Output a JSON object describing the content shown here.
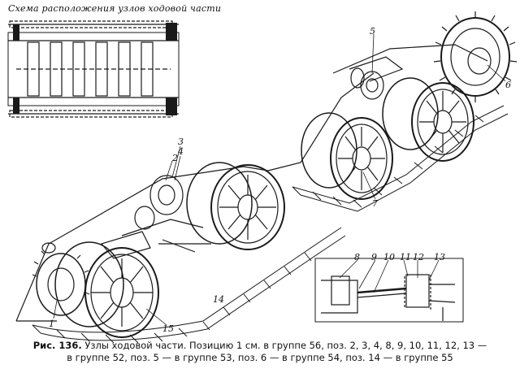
{
  "inset": {
    "title": "Схема расположения узлов ходовой части"
  },
  "callouts": {
    "c1": "1",
    "c2": "2",
    "c3": "3",
    "c4": "4",
    "c5": "5",
    "c6": "6",
    "c7": "7",
    "c8": "8",
    "c9": "9",
    "c10": "10",
    "c11": "11",
    "c12": "12",
    "c13": "13",
    "c14": "14",
    "c15": "15"
  },
  "caption": {
    "figure_number": "Рис. 136.",
    "line1": "Узлы ходовой части. Позицию 1 см. в группе 56, поз. 2, 3, 4, 8, 9, 10, 11, 12, 13 —",
    "line2": "в группе 52, поз. 5 — в группе 53, поз. 6 — в группе 54, поз. 14 — в группе 55"
  }
}
